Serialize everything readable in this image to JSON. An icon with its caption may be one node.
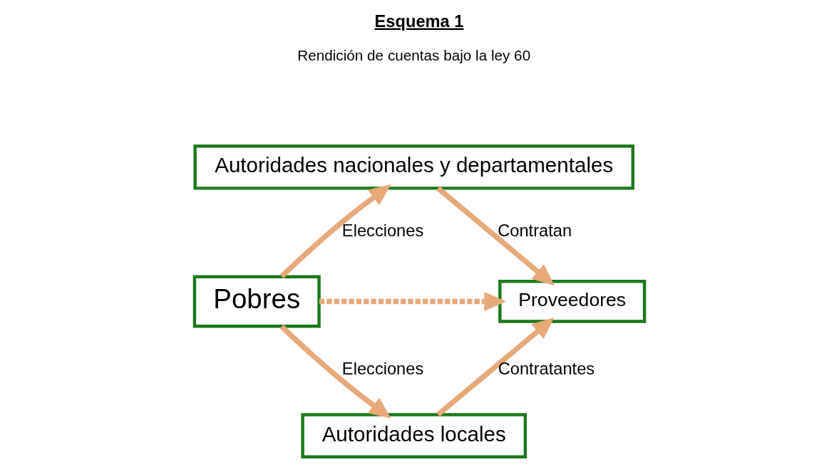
{
  "diagram": {
    "title": "Esquema 1",
    "nodes": [
      {
        "text": [
          "Autoridades nacionales y departamentales"
        ]
      },
      {
        "text": [
          "Autoridades locales"
        ]
      },
      {
        "text": [
          "Pobres"
        ]
      },
      {
        "text": [
          "Proveedores"
        ]
      }
    ],
    "edges": [
      {
        "from": 2,
        "to": 0,
        "arrow": "to",
        "label": "Elecciones"
      },
      {
        "from": 2,
        "to": 1,
        "arrow": "to",
        "label": "Elecciones"
      },
      {
        "from": 0,
        "to": 3,
        "arrow": "to",
        "label": "Contratan"
      },
      {
        "from": 1,
        "to": 3,
        "arrow": "to",
        "label": "Contratantes"
      },
      {
        "from": 2,
        "to": 3,
        "arrow": "to",
        "style": "dashed"
      }
    ],
    "labels": [
      "Rendición de cuentas bajo la ley 60"
    ]
  }
}
